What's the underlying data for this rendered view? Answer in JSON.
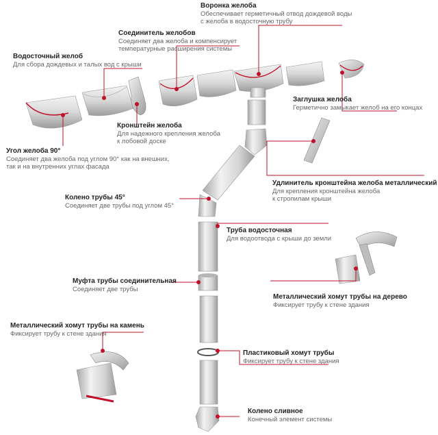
{
  "colors": {
    "accent": "#c0102a",
    "metal_light": "#e6e6e6",
    "metal_dark": "#9a9a9a"
  },
  "labels": {
    "funnel": {
      "title": "Воронка желоба",
      "desc": "Обеспечивает герметичный отвод дождевой воды\nс желоба в водосточную трубу"
    },
    "gutter_connector": {
      "title": "Соединитель желобов",
      "desc": "Соединяет два желоба и компенсирует\nтемпературные расширения системы"
    },
    "gutter": {
      "title": "Водосточный желоб",
      "desc": "Для сбора дождевых и талых вод с крыши"
    },
    "end_cap": {
      "title": "Заглушка желоба",
      "desc": "Герметично замыкает желоб на его концах"
    },
    "bracket": {
      "title": "Кронштейн желоба",
      "desc": "Для надежного крепления желоба\nк лобовой доске"
    },
    "corner": {
      "title": "Угол желоба 90°",
      "desc": "Соединяет два желоба под углом 90° как на внешних,\nтак и на внутренних углах фасада"
    },
    "bracket_extender": {
      "title": "Удлинитель кронштейна желоба металлический",
      "desc": "Для крепления кронштейна желоба\nк стропилам крыши"
    },
    "elbow45": {
      "title": "Колено трубы 45°",
      "desc": "Соединяет две трубы под углом 45°"
    },
    "downpipe": {
      "title": "Труба водосточная",
      "desc": "Для водоотвода с крыши до земли"
    },
    "coupling": {
      "title": "Муфта трубы соединительная",
      "desc": "Соединяет две трубы"
    },
    "wood_clamp": {
      "title": "Металлический хомут трубы на дерево",
      "desc": "Фиксирует трубу к стене здания"
    },
    "stone_clamp": {
      "title": "Металлический хомут трубы на камень",
      "desc": "Фиксирует трубу к стене здания"
    },
    "plastic_clamp": {
      "title": "Пластиковый хомут трубы",
      "desc": "Фиксирует трубу к стене здания"
    },
    "outlet_elbow": {
      "title": "Колено сливное",
      "desc": "Конечный элемент системы"
    }
  }
}
